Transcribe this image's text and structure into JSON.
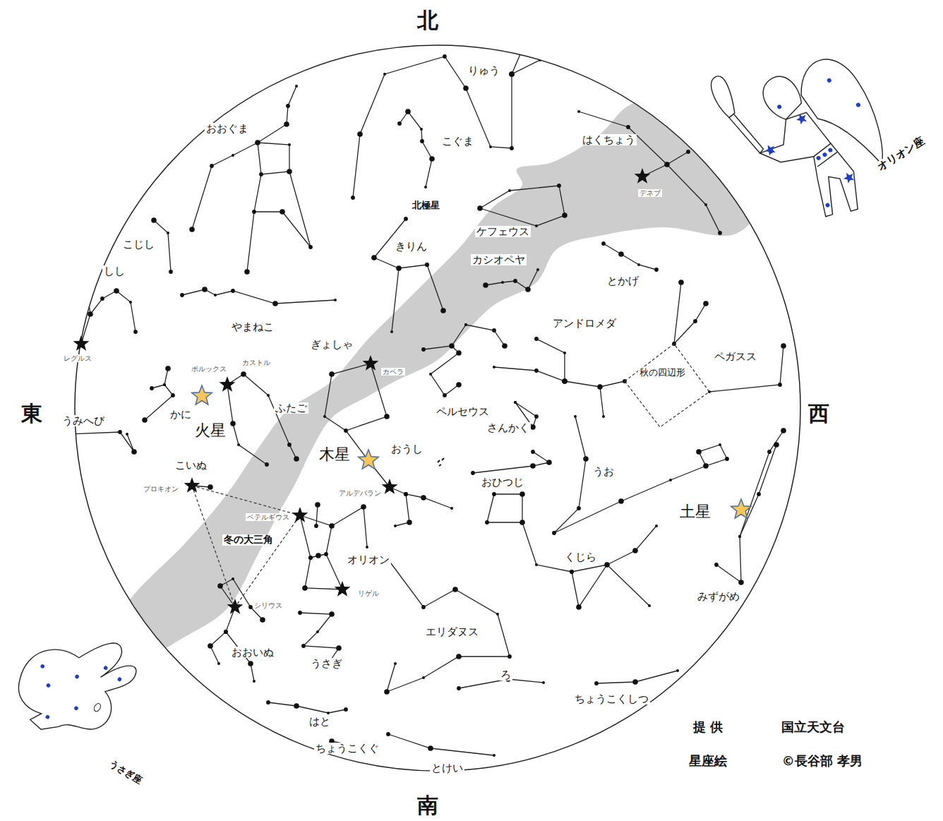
{
  "diagram": {
    "labels": [
      "北",
      "東",
      "西",
      "南",
      "りゅう",
      "おおぐま",
      "こぐま",
      "はくちょう",
      "デネブ",
      "北極星",
      "ケフェウス",
      "こじし",
      "きりん",
      "カシオペヤ",
      "とかげ",
      "しし",
      "やまねこ",
      "アンドロメダ",
      "レグルス",
      "ぎょしゃ",
      "カペラ",
      "ペガスス",
      "ポルックス",
      "カストル",
      "秋の四辺形",
      "火星",
      "かに",
      "ふたご",
      "ペルセウス",
      "うみへび",
      "さんかく",
      "木星",
      "おうし",
      "こいぬ",
      "おひつじ",
      "うお",
      "プロキオン",
      "アルデバラン",
      "土星",
      "ベテルギウス",
      "冬の大三角",
      "オリオン",
      "くじら",
      "リゲル",
      "シリウス",
      "みずがめ",
      "エリダヌス",
      "おおいぬ",
      "うさぎ",
      "ろ",
      "ちょうこくしつ",
      "はと",
      "ちょうこくぐ",
      "とけい",
      "オリオン座",
      "うさぎ座",
      "提 供",
      "国立天文台",
      "星座絵",
      "©長谷部 孝男"
    ]
  }
}
